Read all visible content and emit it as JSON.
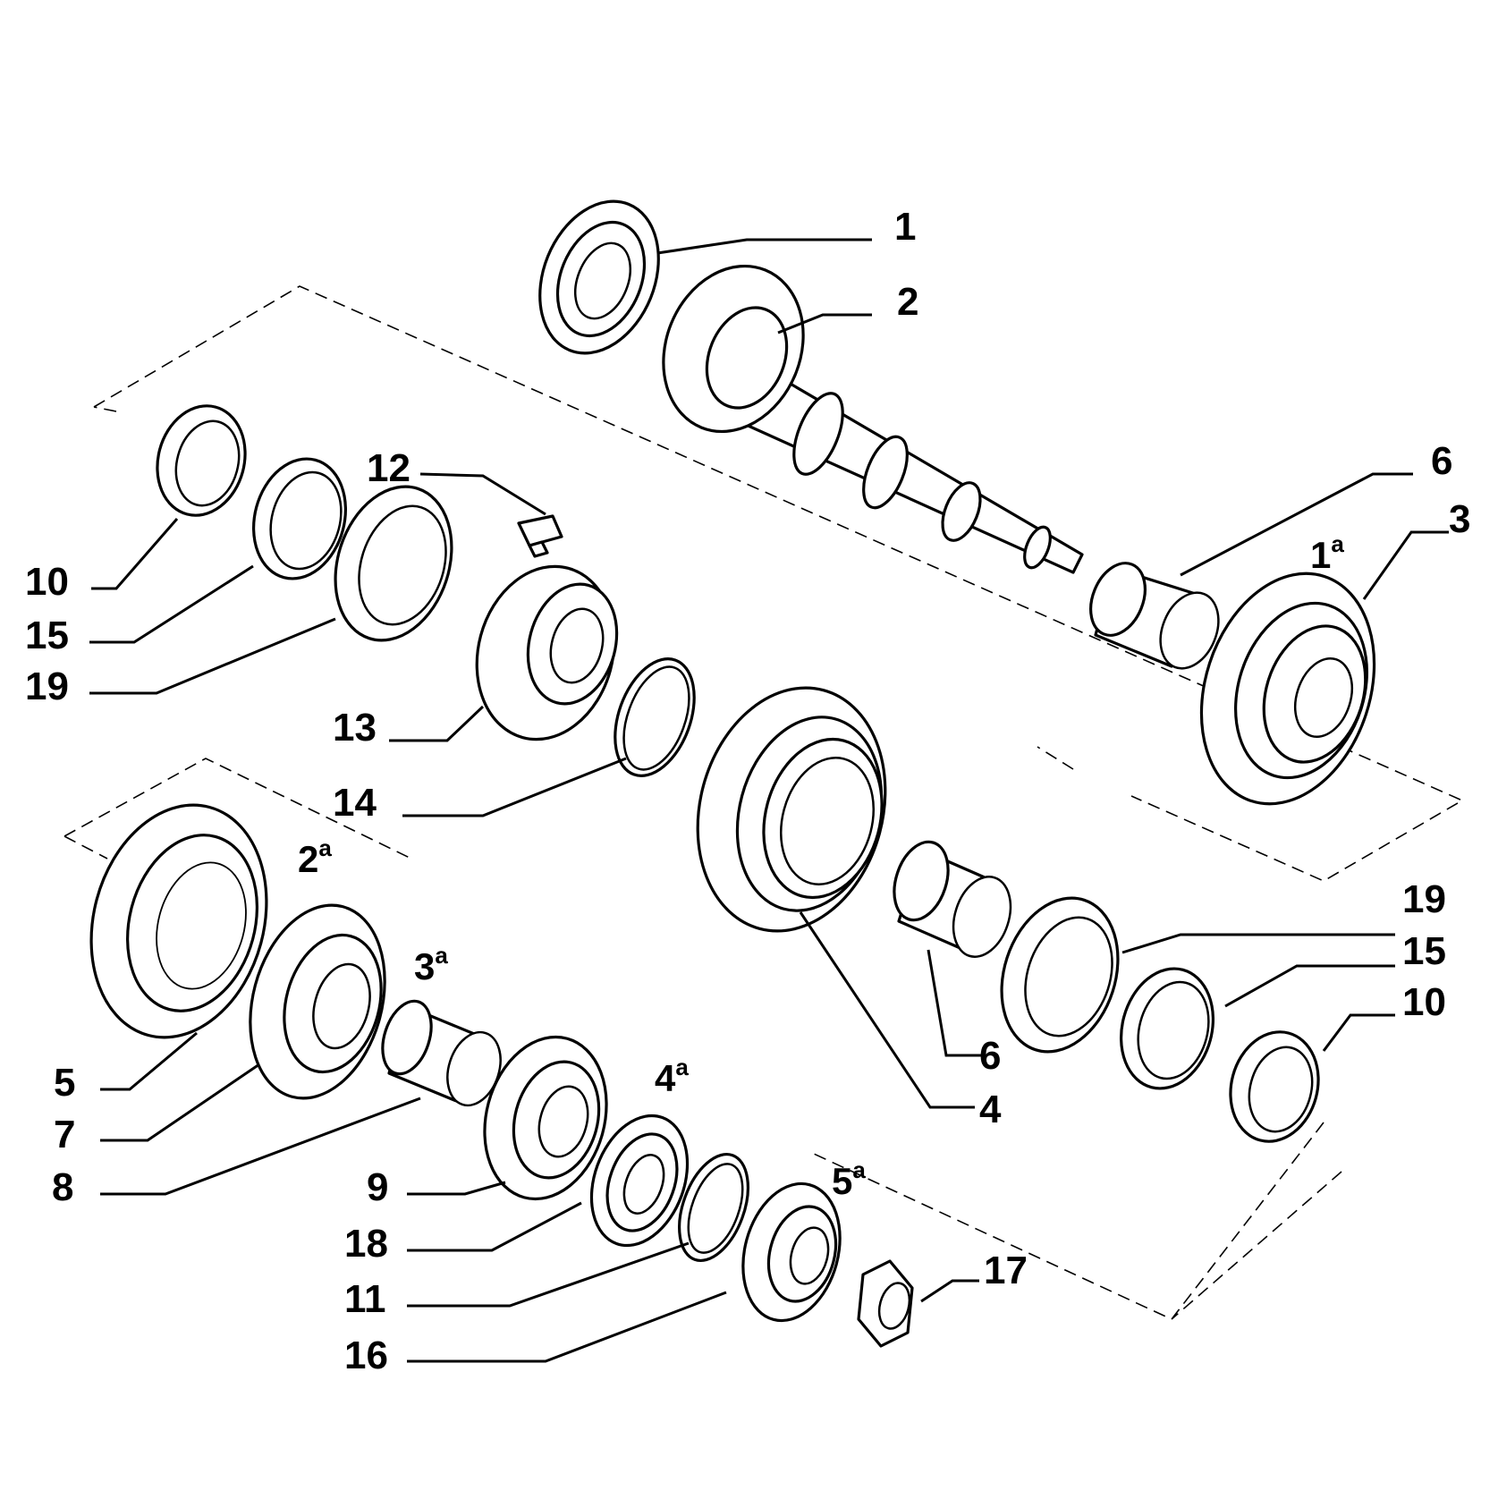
{
  "callouts": {
    "c1": "1",
    "c2": "2",
    "c3": "3",
    "c4": "4",
    "c5": "5",
    "c6a": "6",
    "c6b": "6",
    "c7": "7",
    "c8": "8",
    "c9": "9",
    "c10a": "10",
    "c10b": "10",
    "c11": "11",
    "c12": "12",
    "c13": "13",
    "c14": "14",
    "c15a": "15",
    "c15b": "15",
    "c16": "16",
    "c17": "17",
    "c18": "18",
    "c19a": "19",
    "c19b": "19"
  },
  "gear_labels": {
    "g1": {
      "num": "1",
      "sup": "a"
    },
    "g2": {
      "num": "2",
      "sup": "a"
    },
    "g3": {
      "num": "3",
      "sup": "a"
    },
    "g4": {
      "num": "4",
      "sup": "a"
    },
    "g5": {
      "num": "5",
      "sup": "a"
    }
  }
}
